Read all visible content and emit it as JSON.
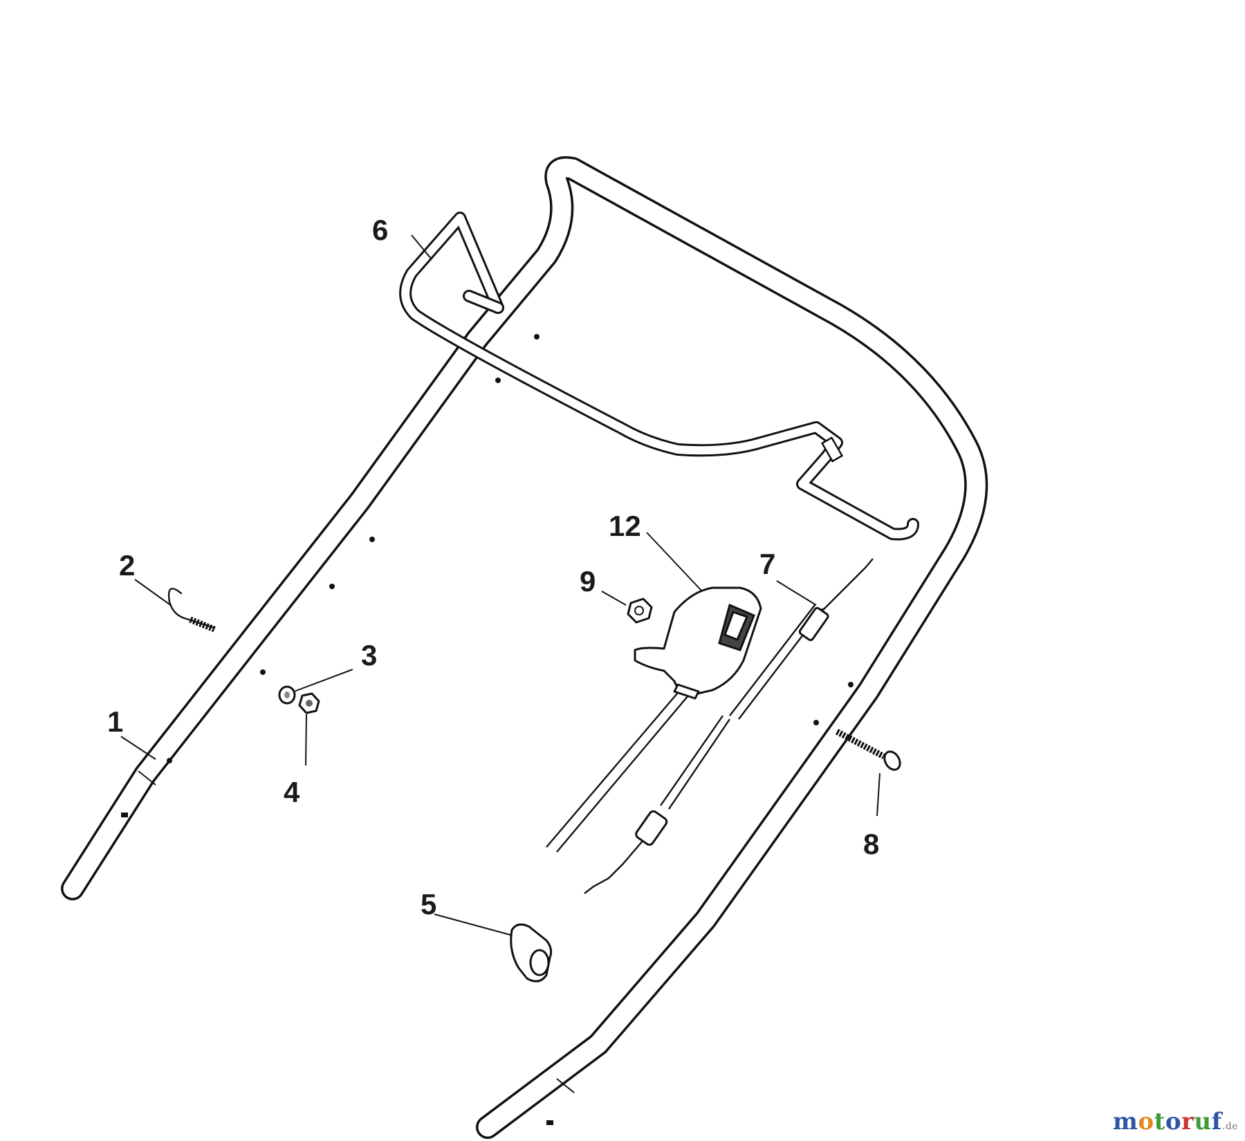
{
  "callouts": {
    "c1": "1",
    "c2": "2",
    "c3": "3",
    "c4": "4",
    "c5": "5",
    "c6": "6",
    "c7": "7",
    "c8": "8",
    "c9": "9",
    "c12": "12"
  },
  "watermark": {
    "letters": [
      "m",
      "o",
      "t",
      "o",
      "r",
      "u",
      "f"
    ],
    "letter_colors": [
      "#2e55a5",
      "#e08a1e",
      "#3f9a3a",
      "#2e55a5",
      "#c8352f",
      "#3f9a3a",
      "#2e55a5"
    ],
    "suffix": ".de"
  }
}
